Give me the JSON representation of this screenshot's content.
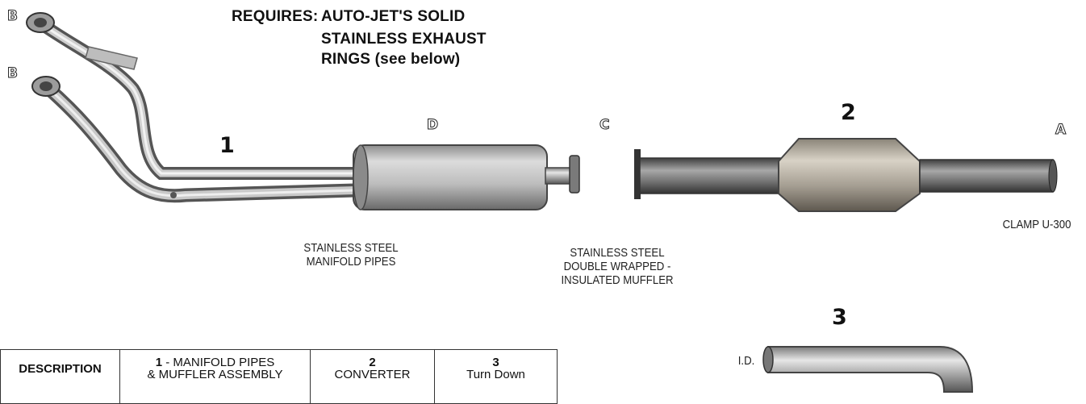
{
  "requires": {
    "label": "REQUIRES:",
    "line1": "AUTO-JET'S SOLID",
    "line2": "STAINLESS EXHAUST",
    "line3": "RINGS (see below)"
  },
  "letters": {
    "b_top": "B",
    "b_bottom": "B",
    "d": "D",
    "c": "C",
    "a": "A"
  },
  "part_numbers": {
    "one": "1",
    "two": "2",
    "three": "3"
  },
  "captions": {
    "manifold": [
      "STAINLESS STEEL",
      "MANIFOLD PIPES"
    ],
    "muffler": [
      "STAINLESS STEEL",
      "DOUBLE WRAPPED -",
      "INSULATED MUFFLER"
    ],
    "clamp": "CLAMP U-300",
    "id_label": "I.D."
  },
  "table": {
    "header": "DESCRIPTION",
    "col1_num": "1",
    "col1_line1": " - MANIFOLD PIPES",
    "col1_line2": "& MUFFLER ASSEMBLY",
    "col2_num": "2",
    "col2_label": "CONVERTER",
    "col3_num": "3",
    "col3_label": "Turn Down"
  },
  "colors": {
    "metal_light": "#d9d9d9",
    "metal_mid": "#9a9a9a",
    "metal_dark": "#4a4a4a",
    "text": "#111111"
  }
}
